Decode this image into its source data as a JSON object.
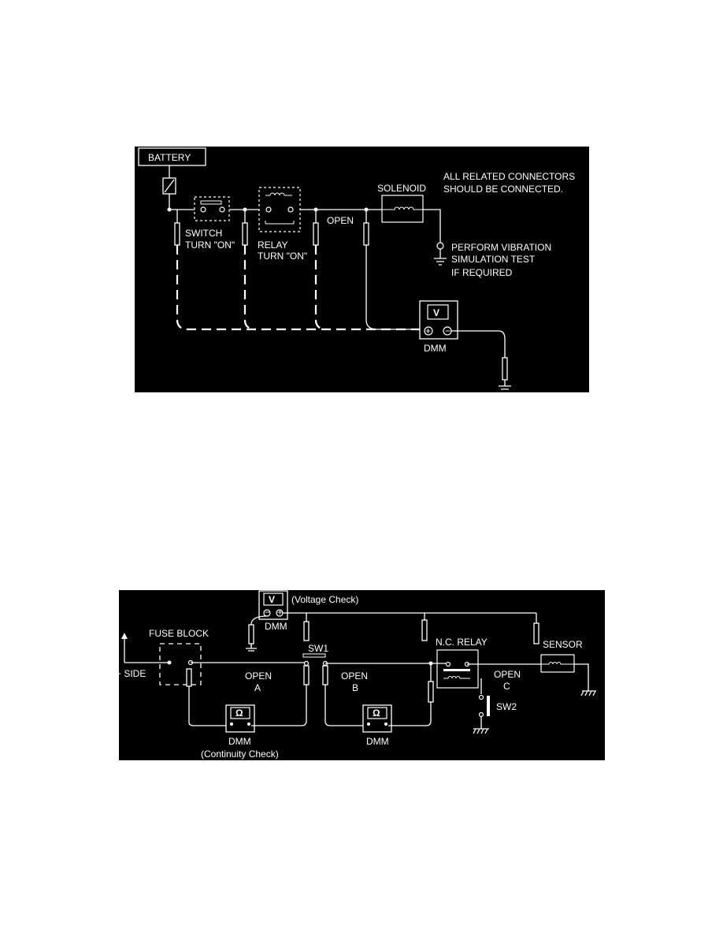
{
  "diagram1": {
    "battery": "BATTERY",
    "note": [
      "ALL RELATED CONNECTORS",
      "SHOULD BE CONNECTED."
    ],
    "solenoid": "SOLENOID",
    "switch": [
      "SWITCH",
      "TURN \"ON\""
    ],
    "relay": [
      "RELAY",
      "TURN \"ON\""
    ],
    "open": "OPEN",
    "vibration": [
      "PERFORM VIBRATION",
      "SIMULATION TEST",
      "IF REQUIRED"
    ],
    "meter_symbol": "V",
    "plus": "+",
    "minus": "−",
    "dmm": "DMM"
  },
  "diagram2": {
    "voltage_symbol": "V",
    "voltage_check": "(Voltage Check)",
    "plus": "+",
    "minus": "−",
    "dmm_top": "DMM",
    "fuse_block": "FUSE BLOCK",
    "b_side": "B+ SIDE",
    "sw1": "SW1",
    "nc_relay": "N.C. RELAY",
    "sensor": "SENSOR",
    "open_a": [
      "OPEN",
      "A"
    ],
    "open_b": [
      "OPEN",
      "B"
    ],
    "open_c": [
      "OPEN",
      "C"
    ],
    "sw2": "SW2",
    "ohm_symbol": "Ω",
    "dmm_a": "DMM",
    "dmm_b": "DMM",
    "continuity_check": "(Continuity Check)"
  }
}
